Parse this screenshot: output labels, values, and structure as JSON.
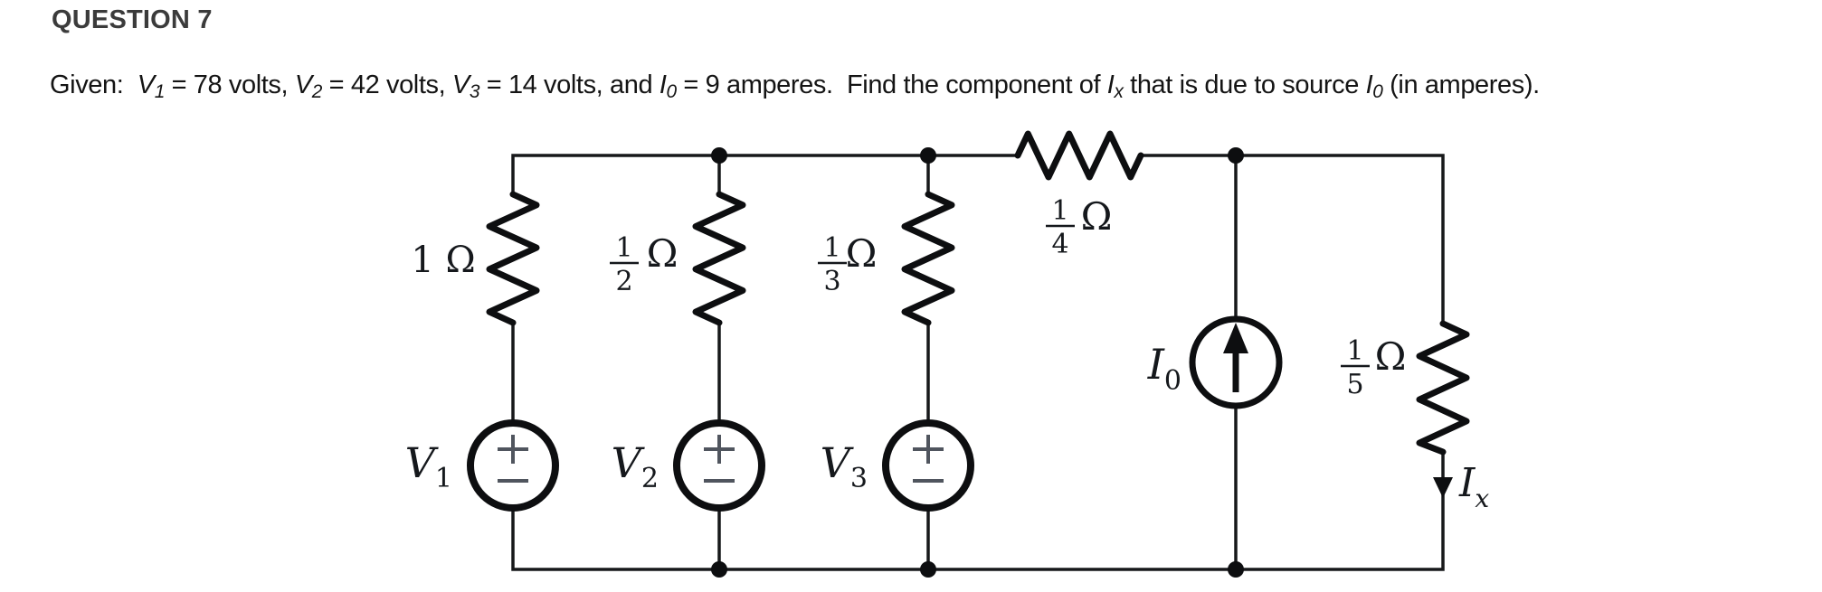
{
  "header": {
    "title": "QUESTION 7"
  },
  "question": {
    "runs": [
      {
        "t": "Given:  ",
        "style": "plain"
      },
      {
        "t": "V",
        "style": "var"
      },
      {
        "t": "1",
        "style": "sub"
      },
      {
        "t": " = 78 volts, ",
        "style": "plain"
      },
      {
        "t": "V",
        "style": "var"
      },
      {
        "t": "2",
        "style": "sub"
      },
      {
        "t": " = 42 volts, ",
        "style": "plain"
      },
      {
        "t": "V",
        "style": "var"
      },
      {
        "t": "3",
        "style": "sub"
      },
      {
        "t": " = 14 volts, and ",
        "style": "plain"
      },
      {
        "t": "I",
        "style": "var"
      },
      {
        "t": "0",
        "style": "sub"
      },
      {
        "t": " = 9 amperes.  Find the component of ",
        "style": "plain"
      },
      {
        "t": "I",
        "style": "var"
      },
      {
        "t": "x",
        "style": "sub"
      },
      {
        "t": " that is due to source ",
        "style": "plain"
      },
      {
        "t": "I",
        "style": "var"
      },
      {
        "t": "0",
        "style": "sub"
      },
      {
        "t": " (in amperes).",
        "style": "plain"
      }
    ]
  },
  "circuit": {
    "resistors": {
      "r1": {
        "label": "1 Ω"
      },
      "r2": {
        "num": "1",
        "den": "2",
        "unit": "Ω"
      },
      "r3": {
        "num": "1",
        "den": "3",
        "unit": "Ω"
      },
      "r4": {
        "num": "1",
        "den": "4",
        "unit": "Ω"
      },
      "r5": {
        "num": "1",
        "den": "5",
        "unit": "Ω"
      }
    },
    "sources": {
      "v1": {
        "base": "V",
        "sub": "1"
      },
      "v2": {
        "base": "V",
        "sub": "2"
      },
      "v3": {
        "base": "V",
        "sub": "3"
      },
      "i0": {
        "base": "I",
        "sub": "0"
      }
    },
    "currents": {
      "ix": {
        "base": "I",
        "sub": "x"
      }
    },
    "stroke_color": "#101113"
  }
}
